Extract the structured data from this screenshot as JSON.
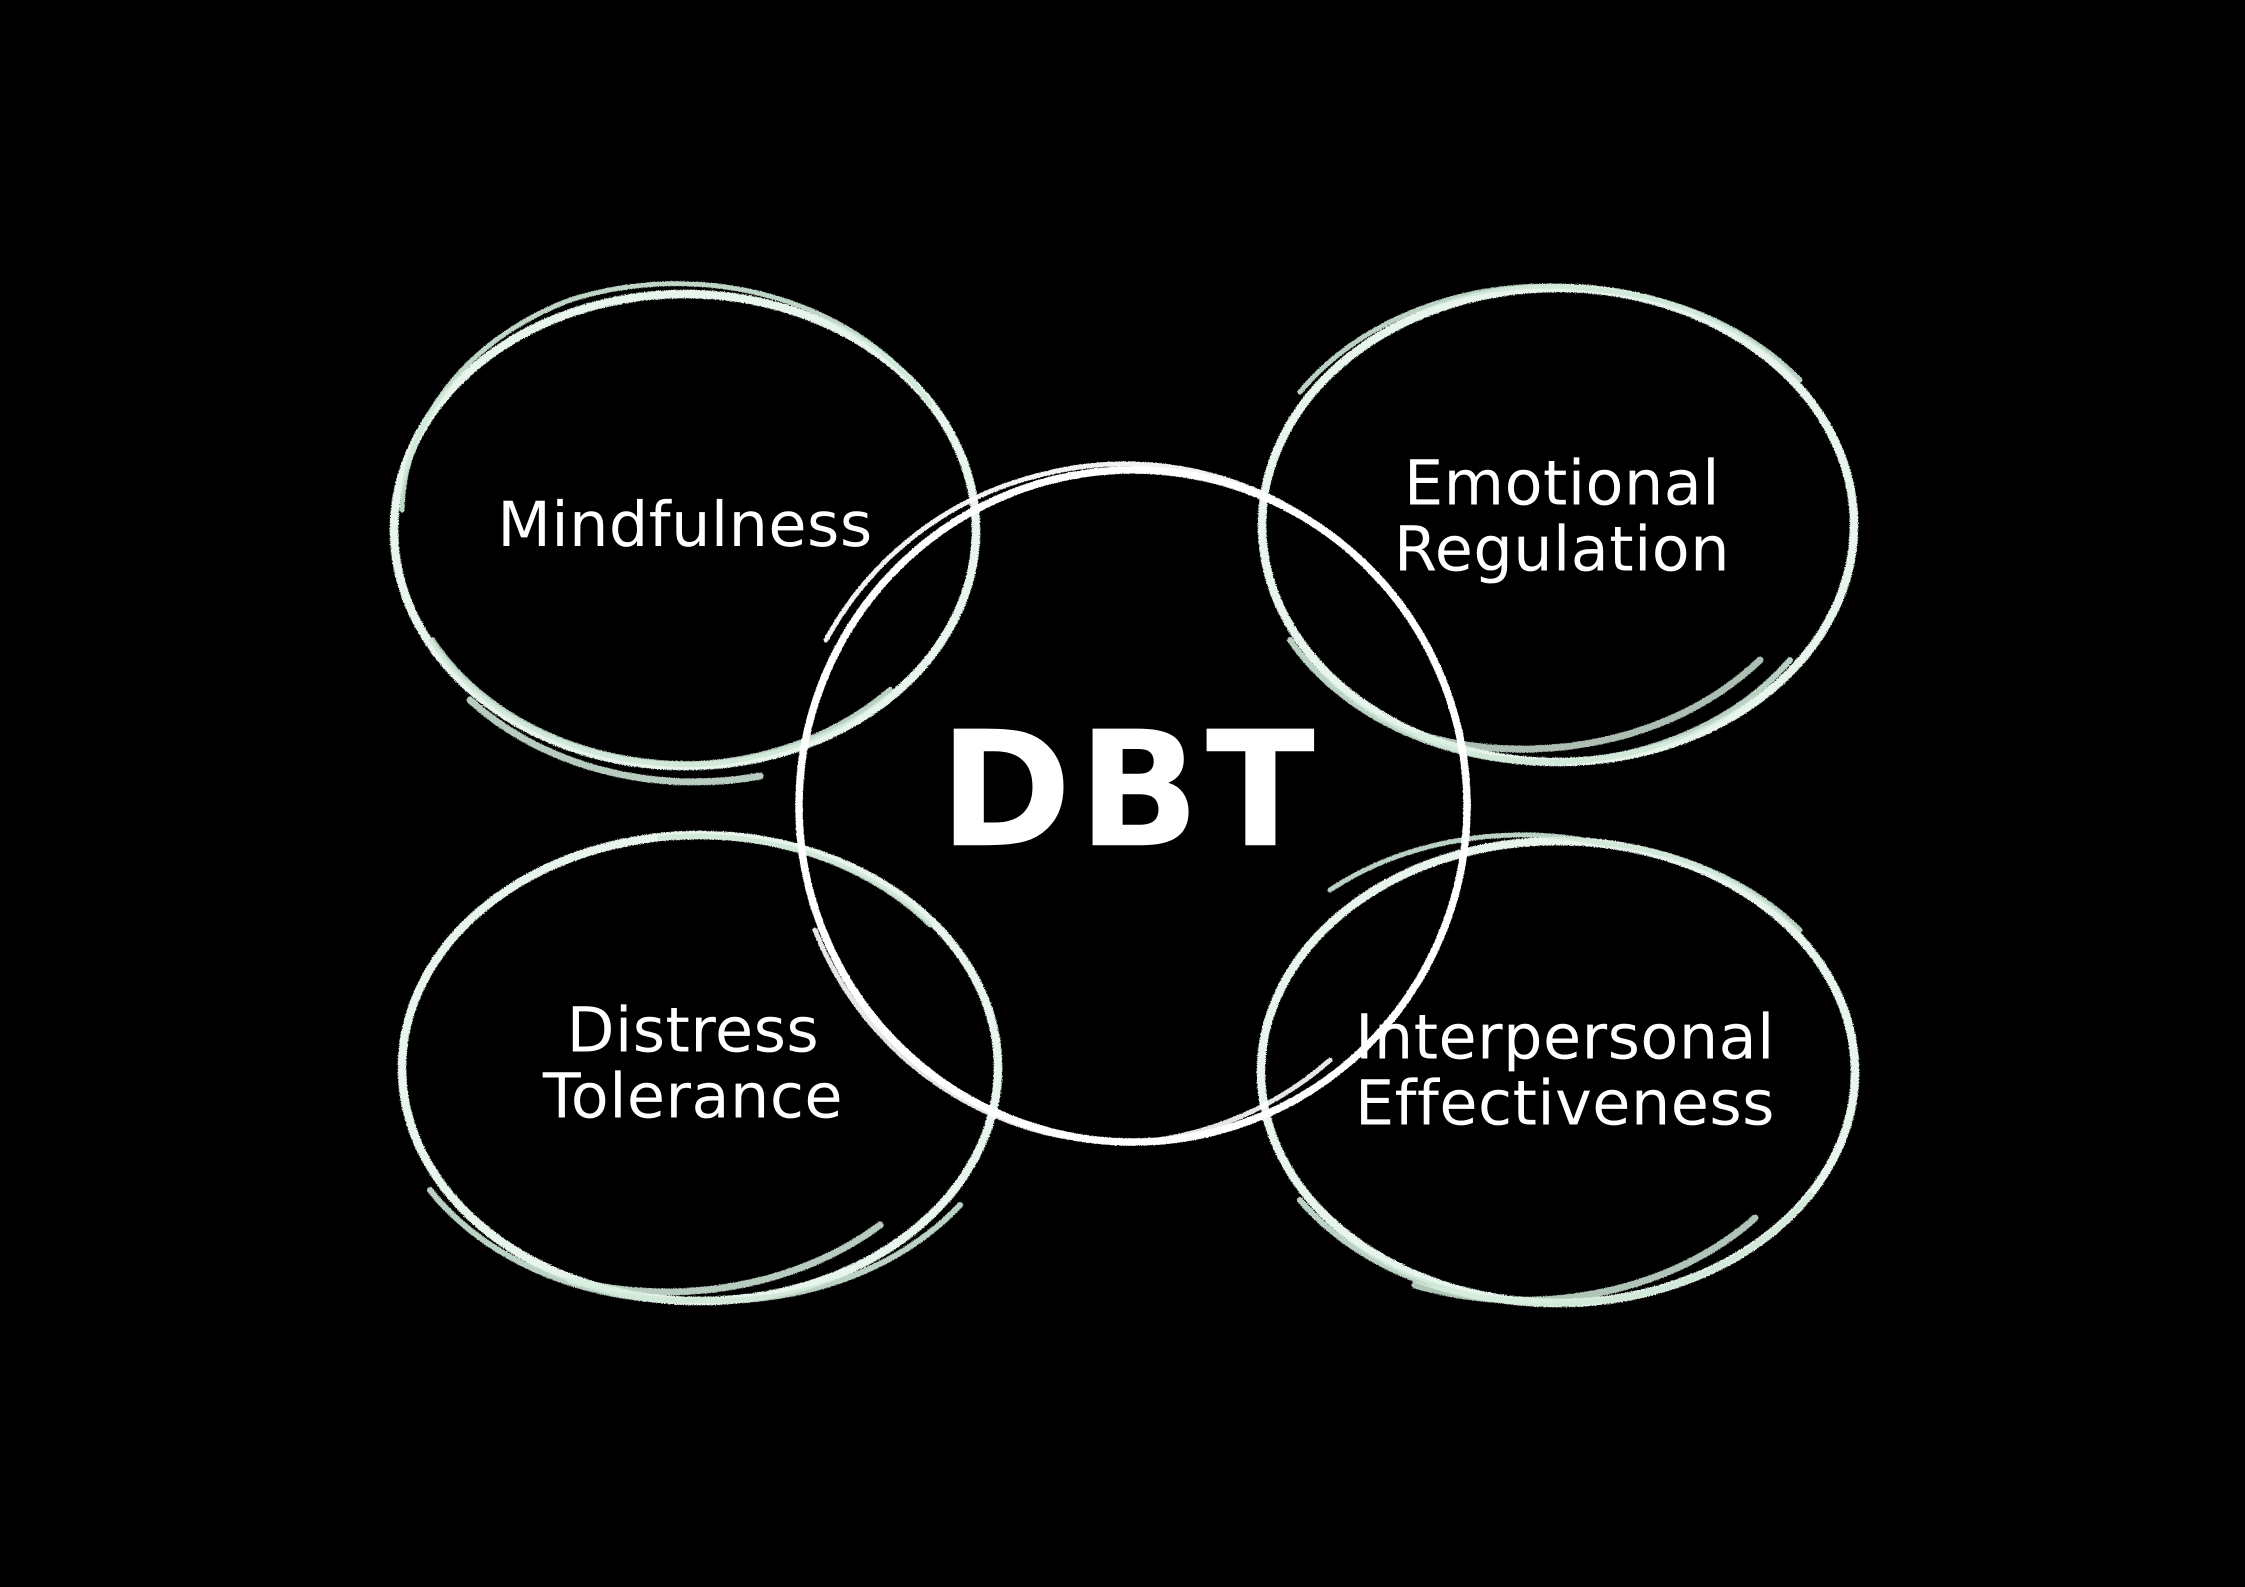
{
  "diagram": {
    "title": "DBT",
    "background_color": "#000000",
    "sketch_stroke_color": "#e3f2e8",
    "center_stroke_color": "#ffffff",
    "text_color": "#ffffff",
    "center": {
      "label": "DBT",
      "icon": "sketch-circle-icon"
    },
    "nodes": [
      {
        "id": "mindfulness",
        "label": "Mindfulness",
        "position": "top-left",
        "icon": "sketch-ellipse-icon"
      },
      {
        "id": "emotional-regulation",
        "label": "Emotional\nRegulation",
        "position": "top-right",
        "icon": "sketch-ellipse-icon"
      },
      {
        "id": "distress-tolerance",
        "label": "Distress\nTolerance",
        "position": "bottom-left",
        "icon": "sketch-ellipse-icon"
      },
      {
        "id": "interpersonal-effectiveness",
        "label": "Interpersonal\nEffectiveness",
        "position": "bottom-right",
        "icon": "sketch-ellipse-icon"
      }
    ]
  }
}
